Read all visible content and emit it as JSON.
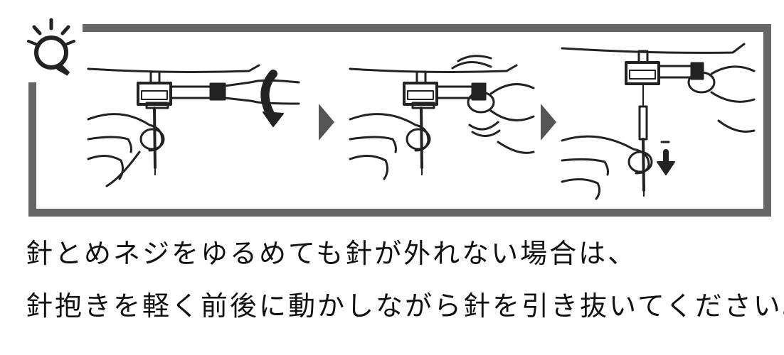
{
  "colors": {
    "frame": "#666666",
    "arrow": "#555555",
    "ink": "#222222",
    "background": "#ffffff"
  },
  "icons": {
    "tip": "lightbulb-tip-icon",
    "step_arrow": "right-triangle-arrow-icon",
    "rotate": "curved-rotate-arrow-icon",
    "pull": "down-arrow-icon"
  },
  "steps": [
    {
      "id": 1,
      "depicts": "loosen-screw-with-screwdriver"
    },
    {
      "id": 2,
      "depicts": "wiggle-needle-clamp"
    },
    {
      "id": 3,
      "depicts": "pull-needle-down"
    }
  ],
  "caption": {
    "line1": "針とめネジをゆるめても針が外れない場合は、",
    "line2": "針抱きを軽く前後に動かしながら針を引き抜いてください。"
  }
}
